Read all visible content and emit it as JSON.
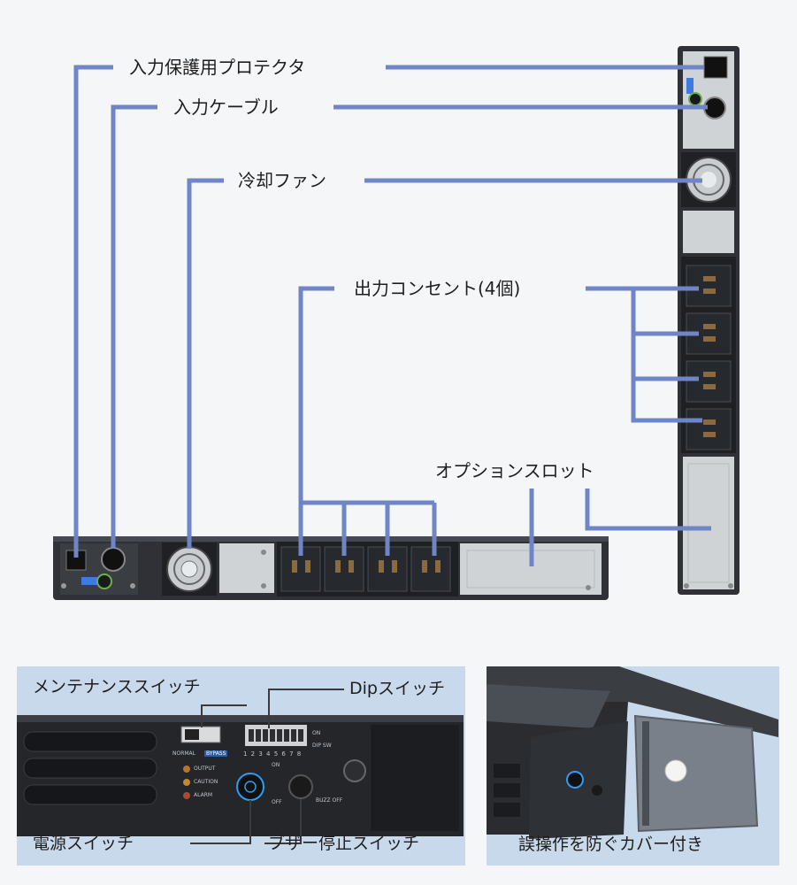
{
  "colors": {
    "background": "#f5f6f7",
    "leader_line": "#7085c6",
    "unit_body": "#2f3136",
    "plate": "#cfd3d6",
    "panel_bg": "#c9d9ec",
    "led_blue": "#2a9df4"
  },
  "callouts": {
    "input_protector": "入力保護用プロテクタ",
    "input_cable": "入力ケーブル",
    "cooling_fan": "冷却ファン",
    "output_outlets": "出力コンセント(4個)",
    "option_slot": "オプションスロット"
  },
  "front_panel": {
    "maintenance_switch": "メンテナンススイッチ",
    "dip_switch": "Dipスイッチ",
    "power_switch": "電源スイッチ",
    "buzzer_stop_switch": "ブザー停止スイッチ",
    "printed": {
      "normal": "NORMAL",
      "bypass": "BYPASS",
      "output": "OUTPUT",
      "caution": "CAUTION",
      "alarm": "ALARM",
      "dip_numbers": "1 2 3 4 5 6 7 8",
      "on": "ON",
      "off": "OFF",
      "dip_sw": "DIP SW",
      "buzz_off": "BUZZ OFF"
    }
  },
  "cover_panel": {
    "caption": "誤操作を防ぐカバー付き"
  }
}
